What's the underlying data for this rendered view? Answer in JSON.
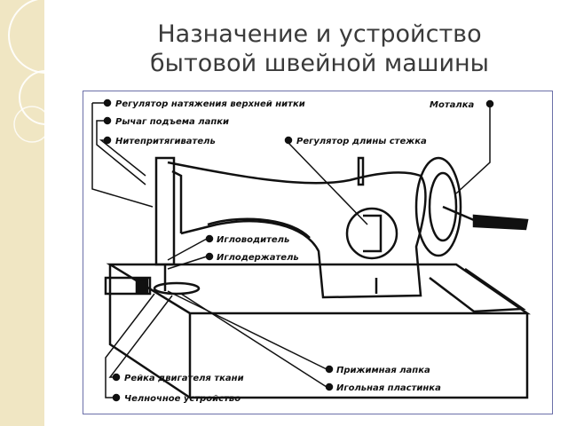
{
  "title": {
    "line1": "Назначение и устройство",
    "line2": "бытовой швейной машины"
  },
  "labels": {
    "thread_tension": "Регулятор натяжения верхней нитки",
    "presser_lever": "Рычаг подъема лапки",
    "take_up": "Нитепритягиватель",
    "stitch_regulator": "Регулятор  длины стежка",
    "winder": "Моталка",
    "needle_bar": "Игловодитель",
    "needle_holder": "Иглодержатель",
    "presser_foot": "Прижимная лапка",
    "feed_dog": "Рейка  двигателя ткани",
    "needle_plate": "Игольная  пластинка",
    "shuttle": "Челночное устройство"
  },
  "colors": {
    "title": "#3a3a3a",
    "frame_border": "#6b6fa8",
    "deco": "#f0e6c3"
  }
}
